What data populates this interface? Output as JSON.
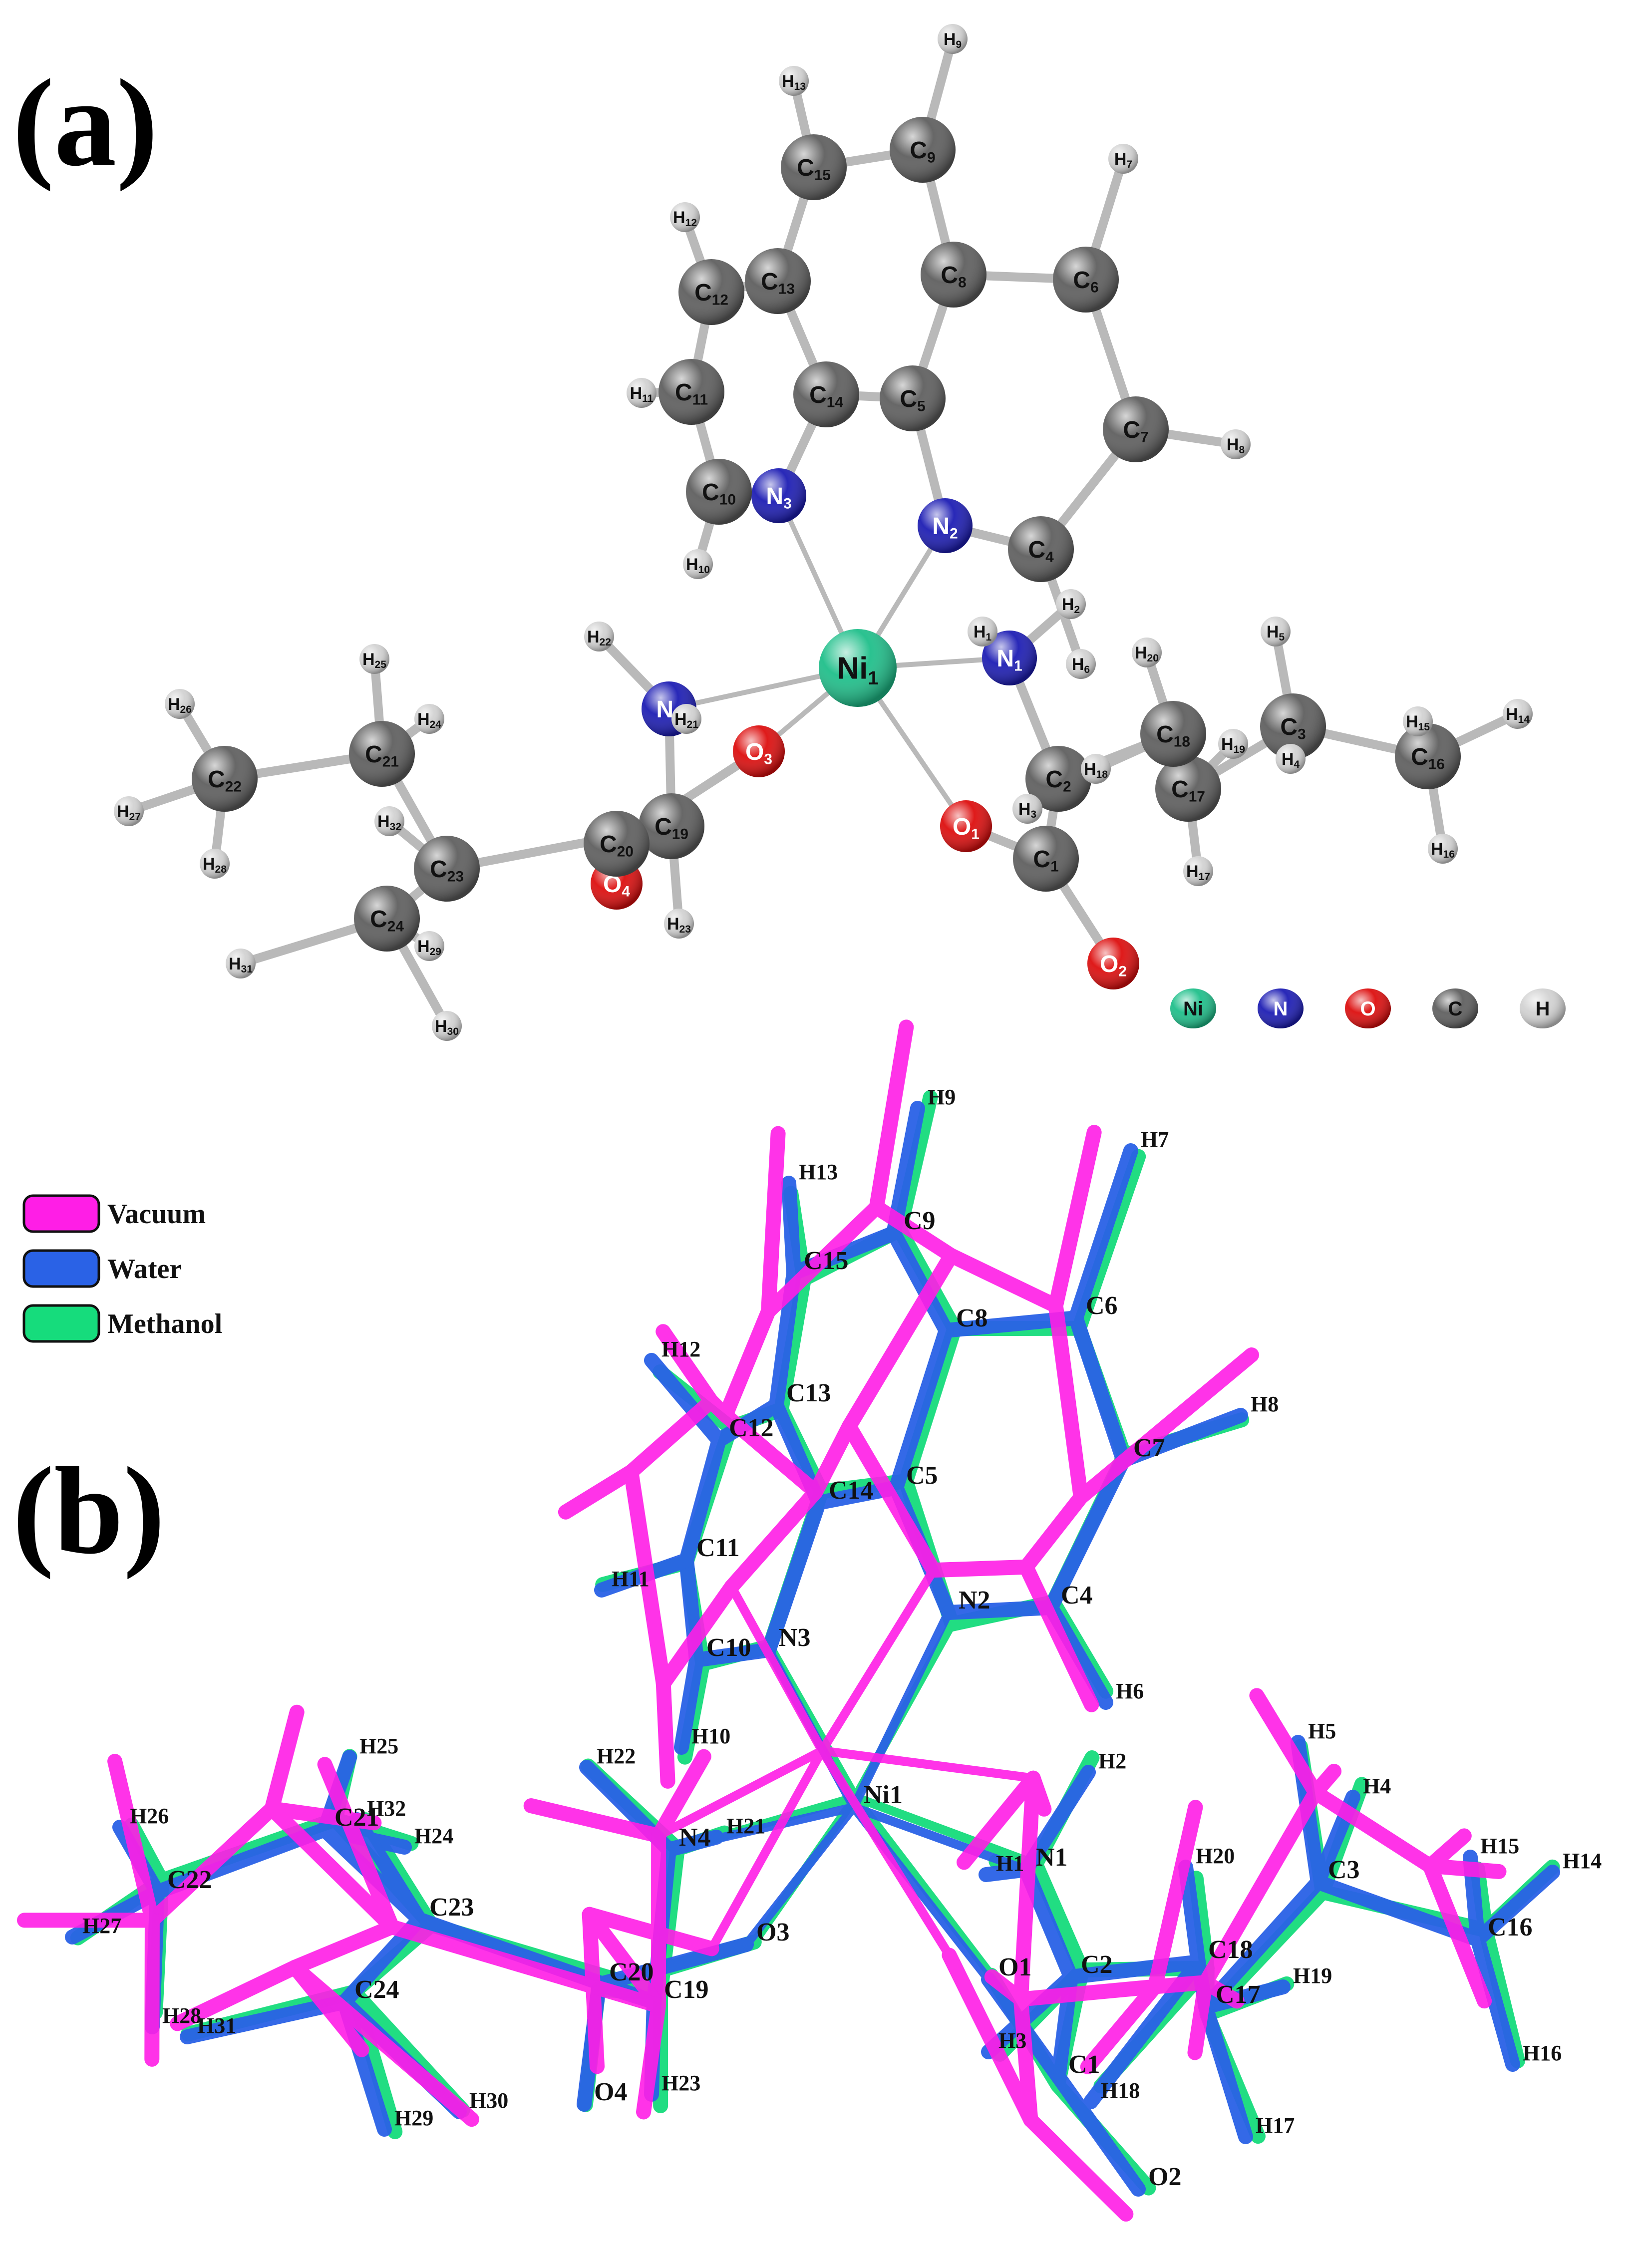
{
  "panels": [
    {
      "id": "a",
      "label": "(a)"
    },
    {
      "id": "b",
      "label": "(b)"
    }
  ],
  "colors": {
    "Ni": "#1fbf8a",
    "N": "#1d1db4",
    "O": "#dd0e0e",
    "C": "#5f5f5f",
    "H": "#d2d2d2",
    "bond": "#b9b9b9",
    "vacuum": "#ff1ee6",
    "water": "#2a62e6",
    "methanol": "#16dc7c"
  },
  "element_legend": [
    "Ni",
    "N",
    "O",
    "C",
    "H"
  ],
  "structure_legend": [
    {
      "key": "vacuum",
      "label": "Vacuum"
    },
    {
      "key": "water",
      "label": "Water"
    },
    {
      "key": "methanol",
      "label": "Methanol"
    }
  ],
  "atoms": [
    {
      "id": "Ni1",
      "el": "Ni",
      "sym": "Ni",
      "num": "1"
    },
    {
      "id": "N1",
      "el": "N",
      "sym": "N",
      "num": "1"
    },
    {
      "id": "N2",
      "el": "N",
      "sym": "N",
      "num": "2"
    },
    {
      "id": "N3",
      "el": "N",
      "sym": "N",
      "num": "3"
    },
    {
      "id": "N4",
      "el": "N",
      "sym": "N",
      "num": "4"
    },
    {
      "id": "O1",
      "el": "O",
      "sym": "O",
      "num": "1"
    },
    {
      "id": "O2",
      "el": "O",
      "sym": "O",
      "num": "2"
    },
    {
      "id": "O3",
      "el": "O",
      "sym": "O",
      "num": "3"
    },
    {
      "id": "O4",
      "el": "O",
      "sym": "O",
      "num": "4"
    },
    {
      "id": "C1",
      "el": "C",
      "sym": "C",
      "num": "1"
    },
    {
      "id": "C2",
      "el": "C",
      "sym": "C",
      "num": "2"
    },
    {
      "id": "C3",
      "el": "C",
      "sym": "C",
      "num": "3"
    },
    {
      "id": "C4",
      "el": "C",
      "sym": "C",
      "num": "4"
    },
    {
      "id": "C5",
      "el": "C",
      "sym": "C",
      "num": "5"
    },
    {
      "id": "C6",
      "el": "C",
      "sym": "C",
      "num": "6"
    },
    {
      "id": "C7",
      "el": "C",
      "sym": "C",
      "num": "7"
    },
    {
      "id": "C8",
      "el": "C",
      "sym": "C",
      "num": "8"
    },
    {
      "id": "C9",
      "el": "C",
      "sym": "C",
      "num": "9"
    },
    {
      "id": "C10",
      "el": "C",
      "sym": "C",
      "num": "10"
    },
    {
      "id": "C11",
      "el": "C",
      "sym": "C",
      "num": "11"
    },
    {
      "id": "C12",
      "el": "C",
      "sym": "C",
      "num": "12"
    },
    {
      "id": "C13",
      "el": "C",
      "sym": "C",
      "num": "13"
    },
    {
      "id": "C14",
      "el": "C",
      "sym": "C",
      "num": "14"
    },
    {
      "id": "C15",
      "el": "C",
      "sym": "C",
      "num": "15"
    },
    {
      "id": "C16",
      "el": "C",
      "sym": "C",
      "num": "16"
    },
    {
      "id": "C17",
      "el": "C",
      "sym": "C",
      "num": "17"
    },
    {
      "id": "C18",
      "el": "C",
      "sym": "C",
      "num": "18"
    },
    {
      "id": "C19",
      "el": "C",
      "sym": "C",
      "num": "19"
    },
    {
      "id": "C20",
      "el": "C",
      "sym": "C",
      "num": "20"
    },
    {
      "id": "C21",
      "el": "C",
      "sym": "C",
      "num": "21"
    },
    {
      "id": "C22",
      "el": "C",
      "sym": "C",
      "num": "22"
    },
    {
      "id": "C23",
      "el": "C",
      "sym": "C",
      "num": "23"
    },
    {
      "id": "C24",
      "el": "C",
      "sym": "C",
      "num": "24"
    },
    {
      "id": "H1",
      "el": "H",
      "sym": "H",
      "num": "1"
    },
    {
      "id": "H2",
      "el": "H",
      "sym": "H",
      "num": "2"
    },
    {
      "id": "H3",
      "el": "H",
      "sym": "H",
      "num": "3"
    },
    {
      "id": "H4",
      "el": "H",
      "sym": "H",
      "num": "4"
    },
    {
      "id": "H5",
      "el": "H",
      "sym": "H",
      "num": "5"
    },
    {
      "id": "H6",
      "el": "H",
      "sym": "H",
      "num": "6"
    },
    {
      "id": "H7",
      "el": "H",
      "sym": "H",
      "num": "7"
    },
    {
      "id": "H8",
      "el": "H",
      "sym": "H",
      "num": "8"
    },
    {
      "id": "H9",
      "el": "H",
      "sym": "H",
      "num": "9"
    },
    {
      "id": "H10",
      "el": "H",
      "sym": "H",
      "num": "10"
    },
    {
      "id": "H11",
      "el": "H",
      "sym": "H",
      "num": "11"
    },
    {
      "id": "H12",
      "el": "H",
      "sym": "H",
      "num": "12"
    },
    {
      "id": "H13",
      "el": "H",
      "sym": "H",
      "num": "13"
    },
    {
      "id": "H14",
      "el": "H",
      "sym": "H",
      "num": "14"
    },
    {
      "id": "H15",
      "el": "H",
      "sym": "H",
      "num": "15"
    },
    {
      "id": "H16",
      "el": "H",
      "sym": "H",
      "num": "16"
    },
    {
      "id": "H17",
      "el": "H",
      "sym": "H",
      "num": "17"
    },
    {
      "id": "H18",
      "el": "H",
      "sym": "H",
      "num": "18"
    },
    {
      "id": "H19",
      "el": "H",
      "sym": "H",
      "num": "19"
    },
    {
      "id": "H20",
      "el": "H",
      "sym": "H",
      "num": "20"
    },
    {
      "id": "H21",
      "el": "H",
      "sym": "H",
      "num": "21"
    },
    {
      "id": "H22",
      "el": "H",
      "sym": "H",
      "num": "22"
    },
    {
      "id": "H23",
      "el": "H",
      "sym": "H",
      "num": "23"
    },
    {
      "id": "H24",
      "el": "H",
      "sym": "H",
      "num": "24"
    },
    {
      "id": "H25",
      "el": "H",
      "sym": "H",
      "num": "25"
    },
    {
      "id": "H26",
      "el": "H",
      "sym": "H",
      "num": "26"
    },
    {
      "id": "H27",
      "el": "H",
      "sym": "H",
      "num": "27"
    },
    {
      "id": "H28",
      "el": "H",
      "sym": "H",
      "num": "28"
    },
    {
      "id": "H29",
      "el": "H",
      "sym": "H",
      "num": "29"
    },
    {
      "id": "H30",
      "el": "H",
      "sym": "H",
      "num": "30"
    },
    {
      "id": "H31",
      "el": "H",
      "sym": "H",
      "num": "31"
    },
    {
      "id": "H32",
      "el": "H",
      "sym": "H",
      "num": "32"
    }
  ],
  "bonds": [
    [
      "Ni1",
      "N1"
    ],
    [
      "Ni1",
      "N2"
    ],
    [
      "Ni1",
      "N3"
    ],
    [
      "Ni1",
      "N4"
    ],
    [
      "Ni1",
      "O1"
    ],
    [
      "Ni1",
      "O3"
    ],
    [
      "N2",
      "C5"
    ],
    [
      "N2",
      "C4"
    ],
    [
      "C4",
      "C7"
    ],
    [
      "C7",
      "C6"
    ],
    [
      "C6",
      "C8"
    ],
    [
      "C8",
      "C5"
    ],
    [
      "C8",
      "C9"
    ],
    [
      "C9",
      "C15"
    ],
    [
      "C15",
      "C13"
    ],
    [
      "C13",
      "C14"
    ],
    [
      "C14",
      "C5"
    ],
    [
      "C14",
      "N3"
    ],
    [
      "N3",
      "C10"
    ],
    [
      "C10",
      "C11"
    ],
    [
      "C11",
      "C12"
    ],
    [
      "C12",
      "C13"
    ],
    [
      "C9",
      "H9"
    ],
    [
      "C15",
      "H13"
    ],
    [
      "C6",
      "H7"
    ],
    [
      "C7",
      "H8"
    ],
    [
      "C4",
      "H6"
    ],
    [
      "C12",
      "H12"
    ],
    [
      "C11",
      "H11"
    ],
    [
      "C10",
      "H10"
    ],
    [
      "N1",
      "H1"
    ],
    [
      "N1",
      "H2"
    ],
    [
      "N1",
      "C2"
    ],
    [
      "C2",
      "C1"
    ],
    [
      "C1",
      "O1"
    ],
    [
      "C1",
      "O2"
    ],
    [
      "C2",
      "H3"
    ],
    [
      "C2",
      "C18"
    ],
    [
      "C18",
      "H18"
    ],
    [
      "C18",
      "C17"
    ],
    [
      "C18",
      "H20"
    ],
    [
      "C17",
      "H19"
    ],
    [
      "C17",
      "H17"
    ],
    [
      "C17",
      "C3"
    ],
    [
      "C3",
      "H5"
    ],
    [
      "C3",
      "H4"
    ],
    [
      "C3",
      "C16"
    ],
    [
      "C16",
      "H15"
    ],
    [
      "C16",
      "H14"
    ],
    [
      "C16",
      "H16"
    ],
    [
      "N4",
      "H22"
    ],
    [
      "N4",
      "H21"
    ],
    [
      "N4",
      "C19"
    ],
    [
      "C19",
      "C20"
    ],
    [
      "C20",
      "O4"
    ],
    [
      "C20",
      "O3"
    ],
    [
      "C19",
      "H23"
    ],
    [
      "C19",
      "C23"
    ],
    [
      "C23",
      "C21"
    ],
    [
      "C21",
      "H25"
    ],
    [
      "C21",
      "H24"
    ],
    [
      "C21",
      "C22"
    ],
    [
      "C22",
      "H26"
    ],
    [
      "C22",
      "H27"
    ],
    [
      "C22",
      "H28"
    ],
    [
      "C23",
      "H32"
    ],
    [
      "C23",
      "C24"
    ],
    [
      "C24",
      "H29"
    ],
    [
      "C24",
      "H30"
    ],
    [
      "C24",
      "H31"
    ]
  ],
  "overlay_labels": [
    "H9",
    "H7",
    "H13",
    "C9",
    "C15",
    "C6",
    "C8",
    "H12",
    "C13",
    "C12",
    "H8",
    "C7",
    "C5",
    "C14",
    "C11",
    "H11",
    "C4",
    "N3",
    "N2",
    "C10",
    "H6",
    "H10",
    "H22",
    "H25",
    "Ni1",
    "H2",
    "H5",
    "H1",
    "N1",
    "H26",
    "H32",
    "H24",
    "C21",
    "H21",
    "N4",
    "H20",
    "H4",
    "H15",
    "H14",
    "C22",
    "C18",
    "H27",
    "C23",
    "C20",
    "O3",
    "C2",
    "C3",
    "C16",
    "O1",
    "C17",
    "H19",
    "C19",
    "H28",
    "H31",
    "C24",
    "H3",
    "C1",
    "H23",
    "O4",
    "H18",
    "H30",
    "H29",
    "H17",
    "H16",
    "O2"
  ]
}
